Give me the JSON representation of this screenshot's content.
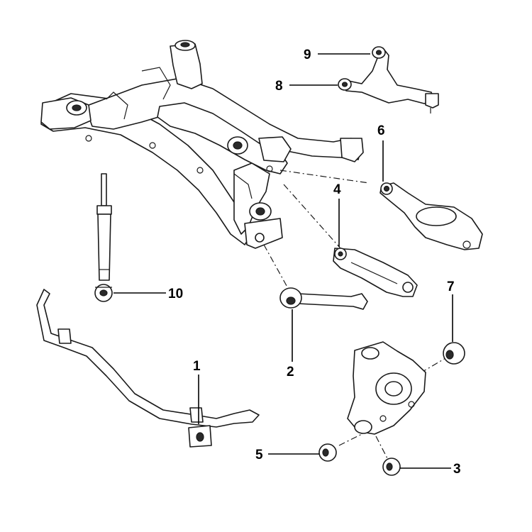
{
  "callouts": [
    {
      "number": "1"
    },
    {
      "number": "2"
    },
    {
      "number": "3"
    },
    {
      "number": "4"
    },
    {
      "number": "5"
    },
    {
      "number": "6"
    },
    {
      "number": "7"
    },
    {
      "number": "8"
    },
    {
      "number": "9"
    },
    {
      "number": "10"
    }
  ],
  "colors": {
    "line": "#1a1a1a",
    "background": "#ffffff"
  }
}
